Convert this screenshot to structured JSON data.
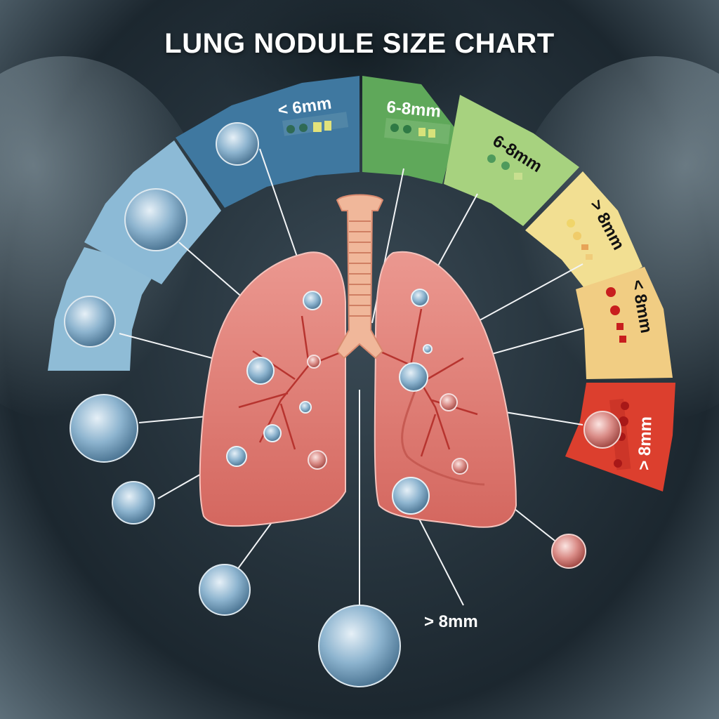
{
  "title": "LUNG NODULE SIZE CHART",
  "colors": {
    "light_blue": "#8fbcd6",
    "mid_blue": "#6fa3c8",
    "dark_blue": "#3f78a0",
    "green": "#5fa85a",
    "light_green": "#a7d27f",
    "yellow": "#f2df92",
    "orange_yellow": "#f1cd83",
    "red": "#dc3f2e",
    "lung": "#e07e76",
    "trachea": "#f0b79a",
    "nodule_blue": "#8db4cf",
    "nodule_red": "#d98b86"
  },
  "arc_segments": [
    {
      "id": "seg-1",
      "label": "",
      "color": "#8fbcd6"
    },
    {
      "id": "seg-2",
      "label": "",
      "color": "#8cbad6"
    },
    {
      "id": "seg-3",
      "label": "< 6mm",
      "color": "#3f78a0"
    },
    {
      "id": "seg-4",
      "label": "6-8mm",
      "color": "#5fa85a"
    },
    {
      "id": "seg-5",
      "label": "6-8mm",
      "color": "#a7d27f"
    },
    {
      "id": "seg-6",
      "label": "> 8mm",
      "color": "#f2df92"
    },
    {
      "id": "seg-7",
      "label": "< 8mm",
      "color": "#f1cd83"
    },
    {
      "id": "seg-8",
      "label": "> 8mm",
      "color": "#dc3f2e"
    }
  ],
  "free_label": "> 8mm",
  "nodules": [
    {
      "side": "left-arc",
      "type": "benign"
    },
    {
      "side": "left-arc",
      "type": "benign"
    },
    {
      "side": "left-arc",
      "type": "benign"
    },
    {
      "side": "left-outside",
      "type": "benign"
    },
    {
      "side": "left-outside",
      "type": "benign"
    },
    {
      "side": "left-outside",
      "type": "benign"
    },
    {
      "side": "bottom",
      "type": "benign"
    },
    {
      "side": "right-outside",
      "type": "suspicious"
    },
    {
      "side": "right-arc",
      "type": "suspicious"
    }
  ]
}
